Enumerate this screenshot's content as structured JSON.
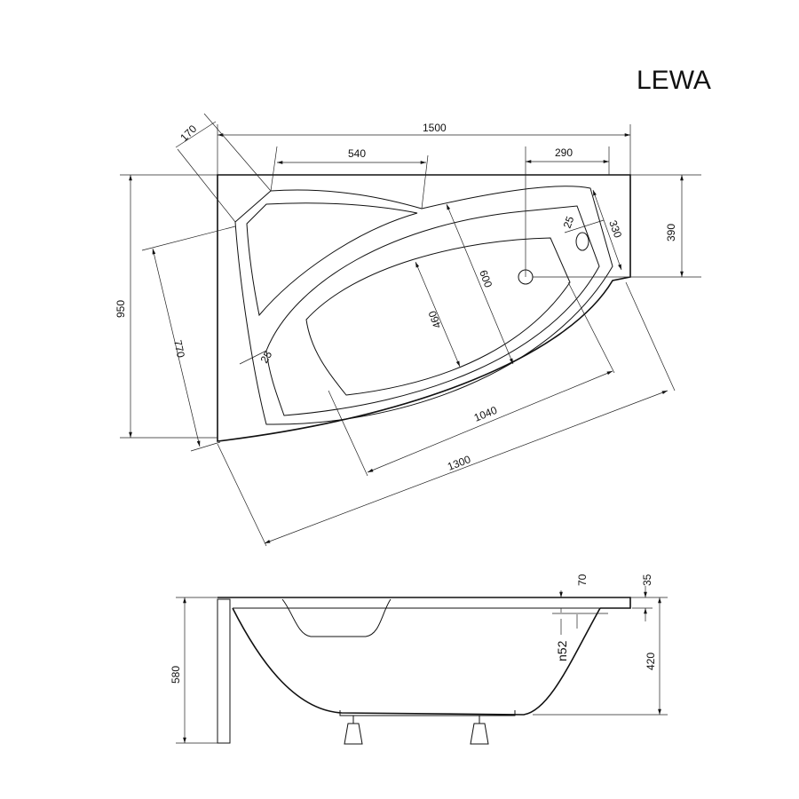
{
  "title": "LEWA",
  "top_view": {
    "width": "1500",
    "corner_cut": "170",
    "headrest_length": "540",
    "drain_offset": "290",
    "drain_depth": "390",
    "depth": "950",
    "overflow_diameter": "25",
    "overflow_offset": "330",
    "basin_width": "600",
    "bottom_width": "460",
    "left_side": "770",
    "rim_width": "25",
    "bottom_length": "1040",
    "diagonal_length": "1300"
  },
  "side_view": {
    "rim_thickness_a": "70",
    "rim_thickness_b": "35",
    "drain_diameter": "n52",
    "inner_depth": "420",
    "total_height": "580"
  }
}
